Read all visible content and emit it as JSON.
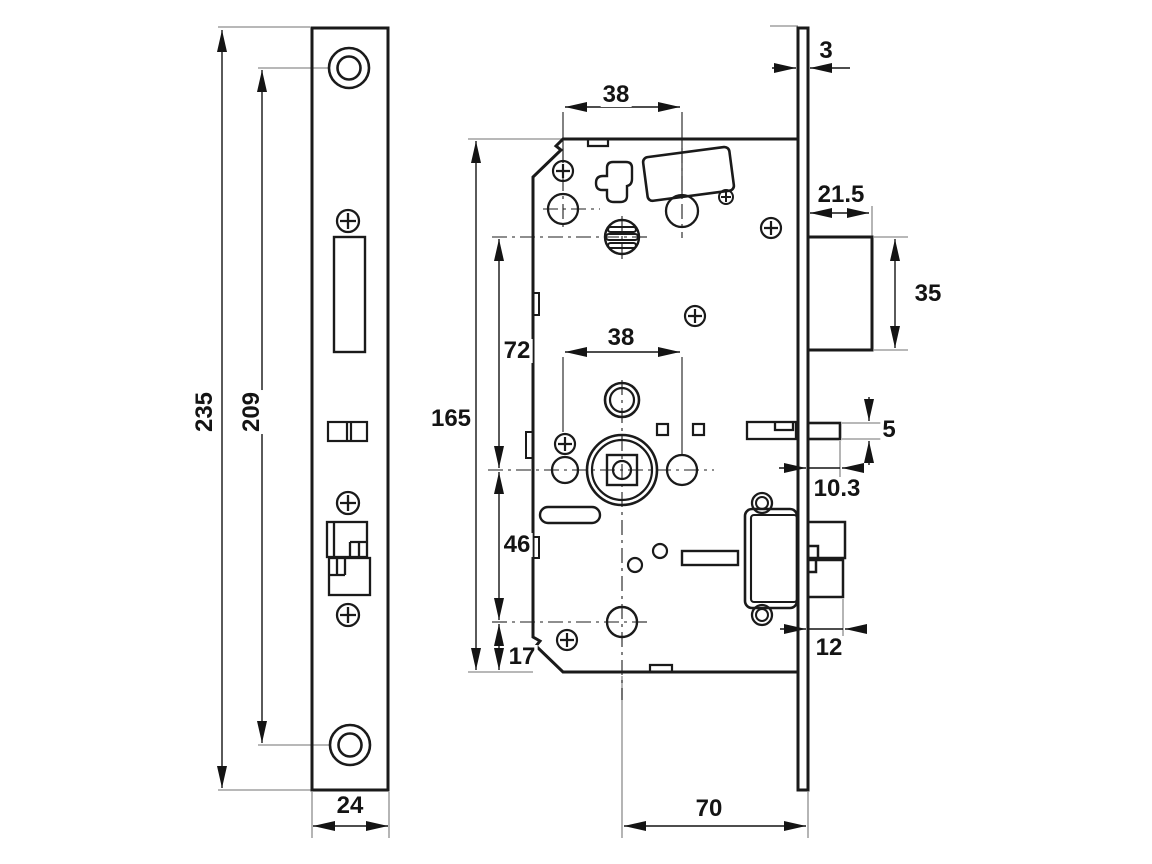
{
  "drawing": {
    "kind": "mortise-lock-dimension-drawing",
    "views": {
      "faceplate_front": {
        "dims": {
          "length": "235",
          "hole_spacing": "209",
          "width": "24"
        }
      },
      "case_side": {
        "dims": {
          "height": "165",
          "upper_span": "72",
          "lower_span": "46",
          "bottom_offset": "17",
          "spacing_top": "38",
          "spacing_mid": "38",
          "backset": "70"
        }
      },
      "faceplate_edge": {
        "dims": {
          "thickness": "3",
          "latch_width": "21.5",
          "latch_height": "35",
          "deadlatch_height": "5",
          "deadlatch_throw": "10.3",
          "latch_throw": "12"
        }
      }
    }
  }
}
